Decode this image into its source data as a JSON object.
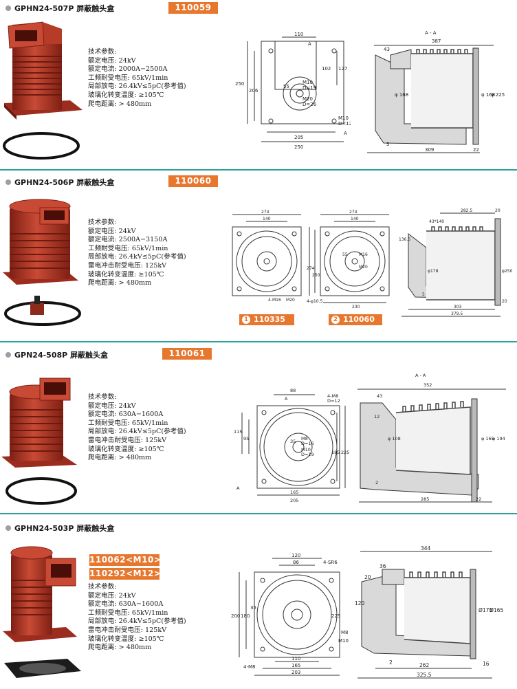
{
  "products": [
    {
      "model": "GPHN24-507P 屏蔽触头盒",
      "codes": [
        "110059"
      ],
      "specs": [
        "技术参数:",
        "额定电压:  24kV",
        "额定电流:  2000A−2500A",
        "工频耐受电压:  65kV/1min",
        "局部放电:  26.4kV≤5pC(参考值)",
        "玻璃化转变温度:  ≥105℃",
        "爬电距离:  > 480mm"
      ],
      "front_labels": [
        "110",
        "A",
        "250",
        "206",
        "102",
        "127",
        "55",
        "M10",
        "D=19",
        "M20",
        "D=26",
        "205",
        "250",
        "M10",
        "D=12",
        "A"
      ],
      "side_labels": [
        "A - A",
        "387",
        "43",
        "φ 168",
        "φ 168",
        "φ 225",
        "5",
        "309",
        "22"
      ]
    },
    {
      "model": "GPHN24-506P 屏蔽触头盒",
      "codes": [
        "110060"
      ],
      "specs": [
        "技术参数:",
        "额定电压:  24kV",
        "额定电流:  2500A−3150A",
        "工频耐受电压:  65kV/1min",
        "局部放电:  26.4kV≤5pC(参考值)",
        "雷电冲击耐受电压:  125kV",
        "玻璃化转变温度:  ≥105℃",
        "爬电距离:  > 480mm"
      ],
      "left_labels": [
        "274",
        "140",
        "4-M16",
        "M20"
      ],
      "right_labels": [
        "274",
        "140",
        "274",
        "250",
        "55",
        "M16",
        "M20",
        "4-φ10.5",
        "230"
      ],
      "side_labels": [
        "282.5",
        "20",
        "43*140",
        "136.5",
        "φ178",
        "φ250",
        "5",
        "303",
        "379.5",
        "20"
      ],
      "options": [
        {
          "num": "1",
          "code": "110335"
        },
        {
          "num": "2",
          "code": "110060"
        }
      ]
    },
    {
      "model": "GPN24-508P 屏蔽触头盒",
      "codes": [
        "110061"
      ],
      "specs": [
        "技术参数:",
        "额定电压:  24kV",
        "额定电流:  630A−1600A",
        "工频耐受电压:  65kV/1min",
        "局部放电:  26.4kV≤5pC(参考值)",
        "雷电冲击耐受电压:  125kV",
        "玻璃化转变温度:  ≥105℃",
        "爬电距离:  > 480mm"
      ],
      "front_labels": [
        "88",
        "A",
        "4-M8",
        "D=12",
        "115",
        "95",
        "165",
        "205",
        "185",
        "225",
        "M8",
        "D=16",
        "M10",
        "D=19",
        "35",
        "A"
      ],
      "side_labels": [
        "A - A",
        "352",
        "43",
        "12",
        "φ 108",
        "φ 165",
        "φ 194",
        "2",
        "285",
        "22"
      ]
    },
    {
      "model": "GPHN24-503P 屏蔽触头盒",
      "codes": [
        "110062<M10>",
        "110292<M12>"
      ],
      "specs": [
        "技术参数:",
        "额定电压:  24kV",
        "额定电流:  630A−1600A",
        "工频耐受电压:  65kV/1min",
        "局部放电:  26.4kV≤5pC(参考值)",
        "雷电冲击耐受电压:  125kV",
        "玻璃化转变温度:  ≥105℃",
        "爬电距离:  > 480mm"
      ],
      "front_labels": [
        "120",
        "86",
        "4-SR6",
        "200",
        "180",
        "35",
        "225",
        "M8",
        "M10",
        "4-M8",
        "110",
        "165",
        "203"
      ],
      "side_labels": [
        "344",
        "36",
        "20",
        "120",
        "Ø175",
        "Ø165",
        "2",
        "262",
        "16",
        "325.5"
      ]
    }
  ],
  "colors": {
    "accent": "#e8772e",
    "separator": "#2e9f9a",
    "insulator": "#b23a2a"
  }
}
